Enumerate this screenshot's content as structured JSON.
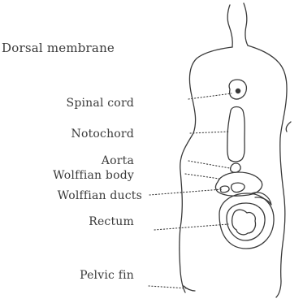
{
  "labels": {
    "dorsal_membrane": "Dorsal membrane",
    "spinal_cord": "Spinal cord",
    "notochord": "Notochord",
    "aorta": "Aorta",
    "wolffian_body": "Wolffian body",
    "wolffian_ducts": "Wolffian ducts",
    "rectum": "Rectum",
    "pelvic_fin": "Pelvic fin"
  },
  "colors": {
    "ink": "#3a3a3a",
    "background": "#ffffff"
  }
}
